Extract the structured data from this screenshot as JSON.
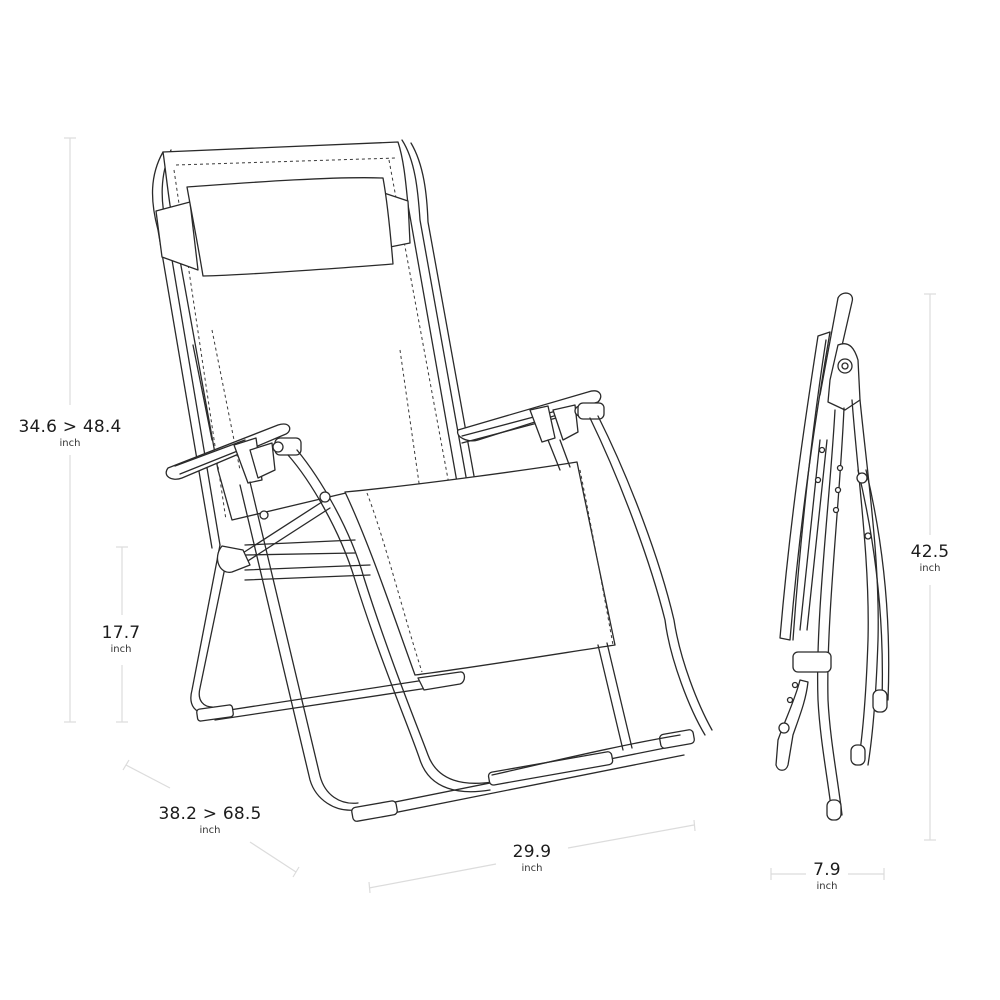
{
  "diagram": {
    "subject": "folding zero-gravity recliner chair",
    "views": [
      "open chair (perspective)",
      "folded chair (side)"
    ],
    "line_color": "#2a2a2a",
    "dimension_line_color": "#dcdcdc",
    "background": "#ffffff"
  },
  "dimensions": {
    "height_open": {
      "value": "34.6 > 48.4",
      "unit": "inch"
    },
    "seat_height": {
      "value": "17.7",
      "unit": "inch"
    },
    "depth": {
      "value": "38.2 > 68.5",
      "unit": "inch"
    },
    "width": {
      "value": "29.9",
      "unit": "inch"
    },
    "folded_height": {
      "value": "42.5",
      "unit": "inch"
    },
    "folded_depth": {
      "value": "7.9",
      "unit": "inch"
    }
  }
}
